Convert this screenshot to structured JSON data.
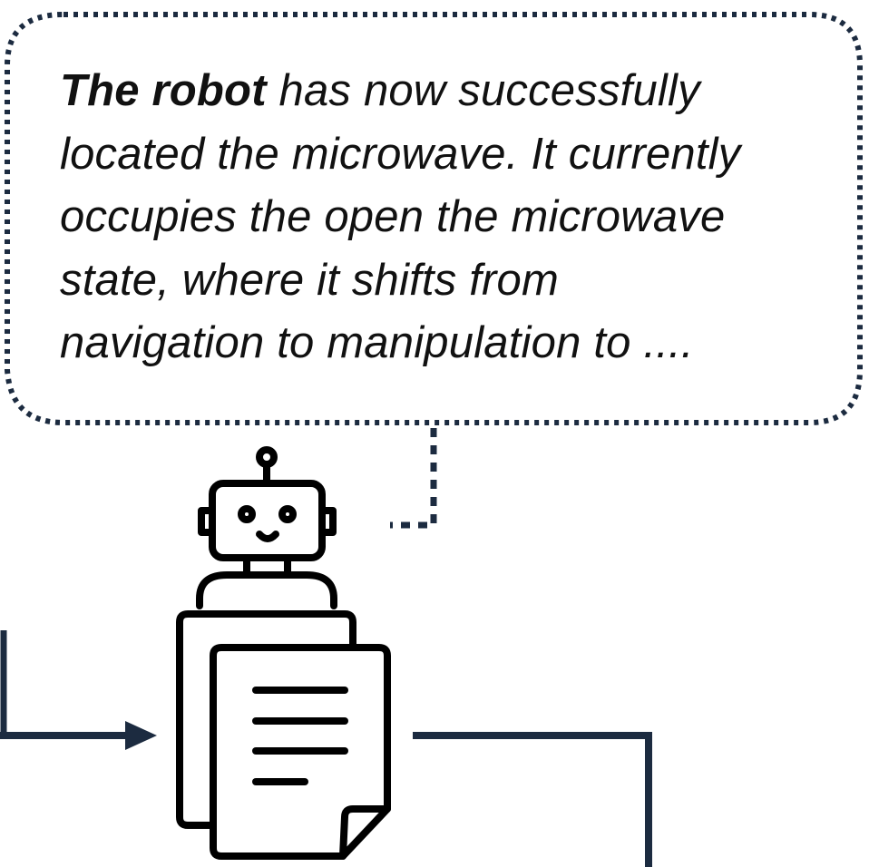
{
  "speech_bubble": {
    "line1_subject": "The robot",
    "line1_rest": " has now successfully",
    "line2": "located the microwave. It currently",
    "line3": "occupies the open the microwave",
    "line4": "state, where it shifts from",
    "line5": "navigation to manipulation to ...."
  },
  "colors": {
    "connector": "#1c2b40",
    "bubble_border": "#1c2b40",
    "icon_stroke": "#000000",
    "text": "#111111"
  },
  "icons": {
    "robot": "robot-head-icon",
    "document": "document-stack-icon"
  }
}
